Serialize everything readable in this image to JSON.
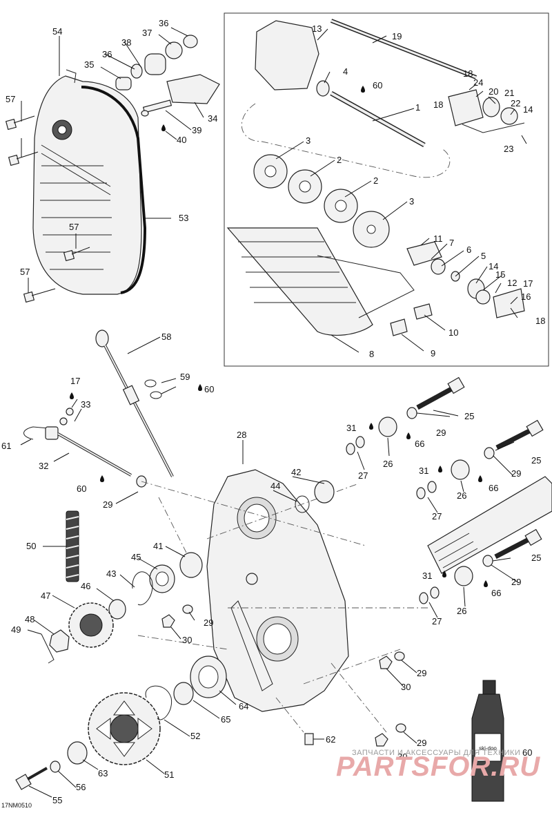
{
  "figure_code": "17NM0510",
  "watermark": {
    "small": "ЗАПЧАСТИ И АКСЕССУАРЫ ДЛЯ ТЕХНИКИ",
    "big": "PARTSFOR.RU"
  },
  "bottle_label": "ski-doo",
  "callouts": [
    "1",
    "2",
    "3",
    "4",
    "5",
    "6",
    "7",
    "8",
    "9",
    "10",
    "11",
    "12",
    "13",
    "14",
    "15",
    "16",
    "17",
    "18",
    "19",
    "20",
    "21",
    "22",
    "23",
    "24",
    "25",
    "26",
    "27",
    "28",
    "29",
    "30",
    "31",
    "32",
    "33",
    "34",
    "35",
    "36",
    "37",
    "38",
    "39",
    "40",
    "41",
    "42",
    "43",
    "44",
    "45",
    "46",
    "47",
    "48",
    "49",
    "50",
    "51",
    "52",
    "53",
    "54",
    "55",
    "56",
    "57",
    "58",
    "59",
    "60",
    "61",
    "62",
    "63",
    "64",
    "65",
    "66"
  ]
}
